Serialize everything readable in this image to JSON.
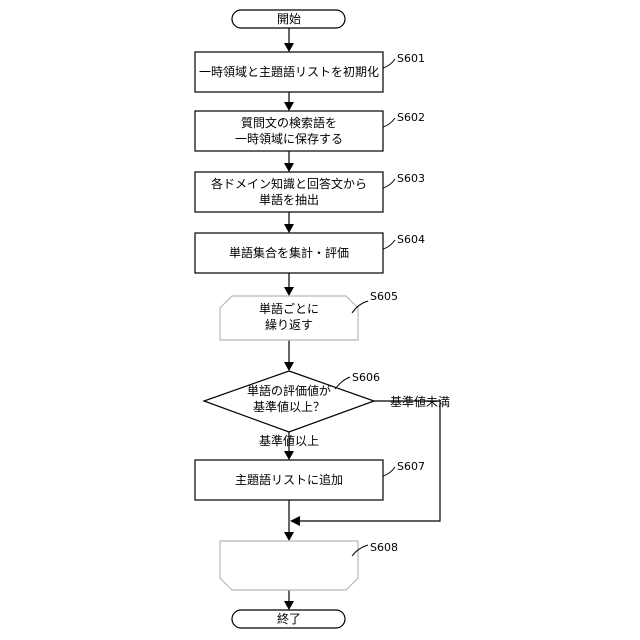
{
  "diagram": {
    "start": "開始",
    "steps": [
      {
        "id": "S601",
        "lines": [
          "一時領域と主題語リストを初期化"
        ]
      },
      {
        "id": "S602",
        "lines": [
          "質問文の検索語を",
          "一時領域に保存する"
        ]
      },
      {
        "id": "S603",
        "lines": [
          "各ドメイン知識と回答文から",
          "単語を抽出"
        ]
      },
      {
        "id": "S604",
        "lines": [
          "単語集合を集計・評価"
        ]
      },
      {
        "id": "S605",
        "lines": [
          "単語ごとに",
          "繰り返す"
        ]
      },
      {
        "id": "S606",
        "lines": [
          "単語の評価値が",
          "基準値以上？"
        ]
      },
      {
        "id": "S607",
        "lines": [
          "主題語リストに追加"
        ]
      },
      {
        "id": "S608",
        "lines": []
      }
    ],
    "branch_yes": "基準値以上",
    "branch_no": "基準値未満",
    "end": "終了"
  }
}
